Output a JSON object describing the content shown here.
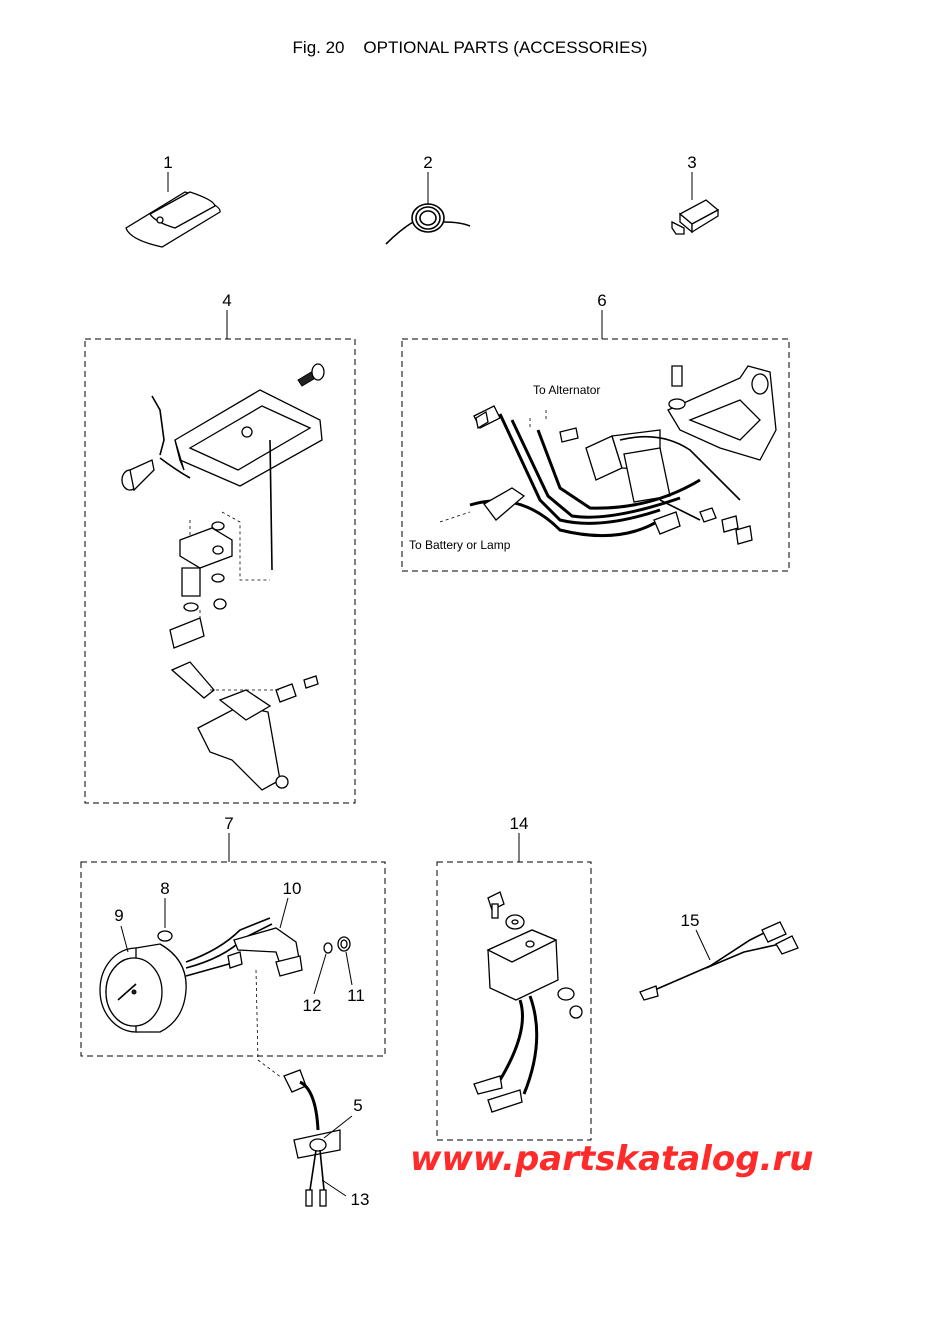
{
  "figure": {
    "fig_label": "Fig. 20",
    "title": "OPTIONAL PARTS (ACCESSORIES)"
  },
  "callouts": {
    "c1": "1",
    "c2": "2",
    "c3": "3",
    "c4": "4",
    "c5": "5",
    "c6": "6",
    "c7": "7",
    "c8": "8",
    "c9": "9",
    "c10": "10",
    "c11": "11",
    "c12": "12",
    "c13": "13",
    "c14": "14",
    "c15": "15"
  },
  "annotations": {
    "to_alternator": "To Alternator",
    "to_battery": "To Battery or Lamp"
  },
  "watermark": "www.partskatalog.ru",
  "colors": {
    "watermark": "#ff2a2a",
    "line": "#000000"
  }
}
